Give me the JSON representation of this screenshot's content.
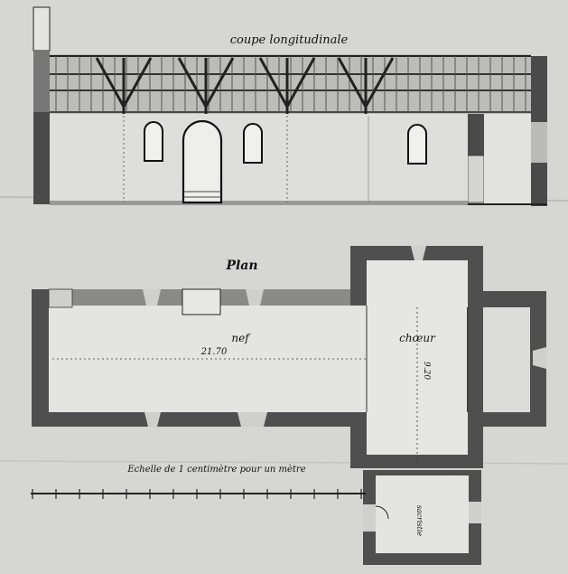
{
  "sheet": {
    "paper_color": "#dcdcd8",
    "ink_color": "#1a1a1a",
    "wall_color": "#555555",
    "section_title": "coupe longitudinale",
    "plan_title": "Plan",
    "nave_label": "nef",
    "choir_label": "chœur",
    "scale_label": "Echelle de 1 centimètre pour un mètre",
    "nave_dimension": "21.70",
    "choir_dimension": "9.20",
    "sacristy_label": "sacristie"
  }
}
